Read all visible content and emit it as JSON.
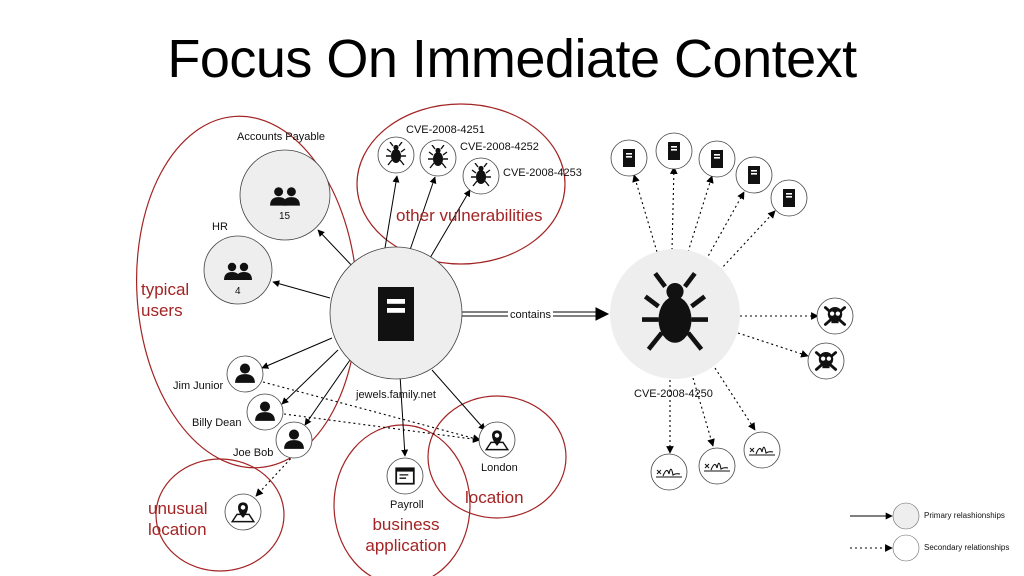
{
  "title": "Focus On Immediate Context",
  "server": {
    "label": "jewels.family.net",
    "relation": "contains"
  },
  "vulnerability": {
    "label": "CVE-2008-4250"
  },
  "groups": [
    {
      "label": "Accounts Payable",
      "count": "15"
    },
    {
      "label": "HR",
      "count": "4"
    }
  ],
  "users": [
    "Jim Junior",
    "Billy Dean",
    "Joe Bob"
  ],
  "other_vulns": [
    "CVE-2008-4251",
    "CVE-2008-4252",
    "CVE-2008-4253"
  ],
  "app": {
    "label": "Payroll"
  },
  "location": {
    "label": "London"
  },
  "annotations": {
    "typical_users": "typical users",
    "other_vulnerabilities": "other vulnerabilities",
    "location": "location",
    "business_application": "business application",
    "unusual_location": "unusual location"
  },
  "legend": {
    "primary": "Primary relashionships",
    "secondary": "Secondary relationships"
  },
  "colors": {
    "annotation": "#a32424",
    "node_fill": "#eeeeee",
    "edge": "#000000"
  }
}
